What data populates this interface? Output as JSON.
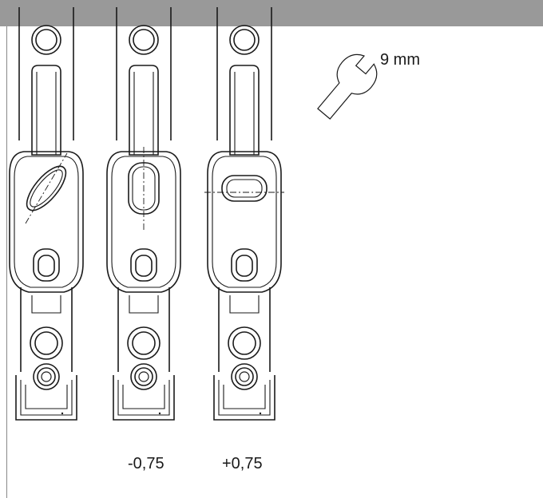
{
  "diagram": {
    "wrench_size_label": "9 mm",
    "adjust_minus_label": "-0,75",
    "adjust_plus_label": "+0,75"
  },
  "colors": {
    "header_bar": "#999999",
    "left_rule": "#888888",
    "stroke": "#1a1a1a"
  }
}
